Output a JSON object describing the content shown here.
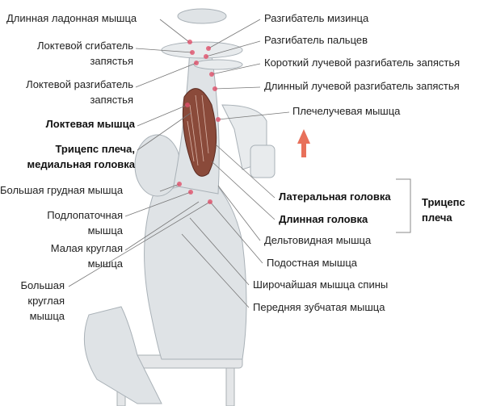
{
  "left_labels": {
    "palmaris_longus": "Длинная ладонная мышца",
    "flexor_carpi_ulnaris_1": "Локтевой сгибатель",
    "flexor_carpi_ulnaris_2": "запястья",
    "extensor_carpi_ulnaris_1": "Локтевой разгибатель",
    "extensor_carpi_ulnaris_2": "запястья",
    "anconeus": "Локтевая мышца",
    "triceps_medial_1": "Трицепс плеча,",
    "triceps_medial_2": "медиальная головка",
    "pectoralis_major": "Большая грудная мышца",
    "subscapularis_1": "Подлопаточная",
    "subscapularis_2": "мышца",
    "teres_minor_1": "Малая круглая",
    "teres_minor_2": "мышца",
    "teres_major_1": "Большая",
    "teres_major_2": "круглая",
    "teres_major_3": "мышца"
  },
  "right_labels": {
    "extensor_digiti_minimi": "Разгибатель мизинца",
    "extensor_digitorum": "Разгибатель пальцев",
    "ecrb": "Короткий лучевой разгибатель запястья",
    "ecrl": "Длинный лучевой разгибатель запястья",
    "brachioradialis": "Плечелучевая мышца",
    "lateral_head": "Латеральная головка",
    "long_head": "Длинная головка",
    "deltoid": "Дельтовидная мышца",
    "infraspinatus": "Подостная мышца",
    "latissimus": "Широчайшая мышца спины",
    "serratus": "Передняя зубчатая мышца"
  },
  "bracket": {
    "line1": "Трицепс",
    "line2": "плеча"
  },
  "colors": {
    "muscle": "#8a4a3a",
    "marker": "#e0506a",
    "arrow": "#e8705a",
    "figure": "#c9cfd4"
  }
}
